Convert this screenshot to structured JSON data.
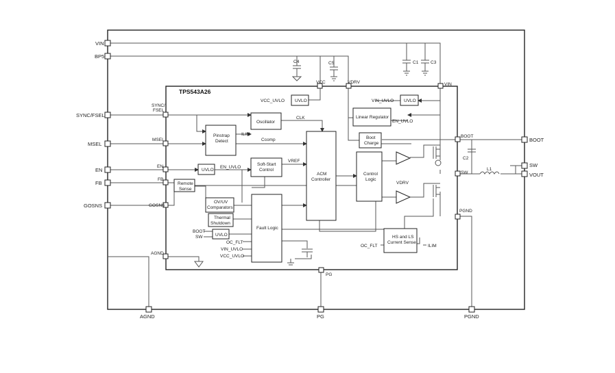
{
  "chip": {
    "name": "TPS543A26"
  },
  "pins": {
    "vin": "VIN",
    "bp5": "BP5",
    "sync_fsel": "SYNC/FSEL",
    "msel": "MSEL",
    "en": "EN",
    "fb": "FB",
    "gosns": "GOSNS",
    "agnd": "AGND",
    "pg": "PG",
    "pgnd": "PGND",
    "boot": "BOOT",
    "sw": "SW",
    "vout": "VOUT"
  },
  "inner_pins": {
    "vcc": "VCC",
    "vdrv": "VDRV",
    "vin": "VIN",
    "sync": "SYNC/",
    "fsel": "FSEL",
    "msel": "MSEL",
    "en": "EN",
    "fb": "FB",
    "gosns": "GOSNS",
    "agnd": "AGND",
    "boot": "BOOT",
    "sw": "SW",
    "pgnd": "PGND",
    "pg": "PG"
  },
  "blocks": {
    "oscillator": "Oscillator",
    "pinstrap1": "Pinstrap",
    "pinstrap2": "Detect",
    "softstart1": "Soft-Start",
    "softstart2": "Control",
    "acm1": "ACM",
    "acm2": "Controller",
    "control1": "Control",
    "control2": "Logic",
    "linear_regulator": "Linear Regulator",
    "boot_charge1": "Boot",
    "boot_charge2": "Charge",
    "remote_sense1": "Remote",
    "remote_sense2": "Sense",
    "ovuv1": "OV/UV",
    "ovuv2": "Comparators",
    "thermal1": "Thermal",
    "thermal2": "Shutdown",
    "fault_logic": "Fault Logic",
    "hsls1": "HS and LS",
    "hsls2": "Current Sense",
    "uvlo": "UVLO"
  },
  "signals": {
    "vcc_uvlo": "VCC_UVLO",
    "vin_uvlo": "VIN_UVLO",
    "en_uvlo": "EN_UVLO",
    "clk": "CLK",
    "ilim": "ILIM",
    "ccomp": "Ccomp",
    "vref": "VREF",
    "vdrv": "VDRV",
    "boot": "BOOT",
    "sw": "SW",
    "oc_flt": "OC_FLT"
  },
  "components": {
    "c1": "C1",
    "c2": "C2",
    "c3": "C3",
    "c4": "C4",
    "c5": "C5",
    "l1": "L1"
  }
}
